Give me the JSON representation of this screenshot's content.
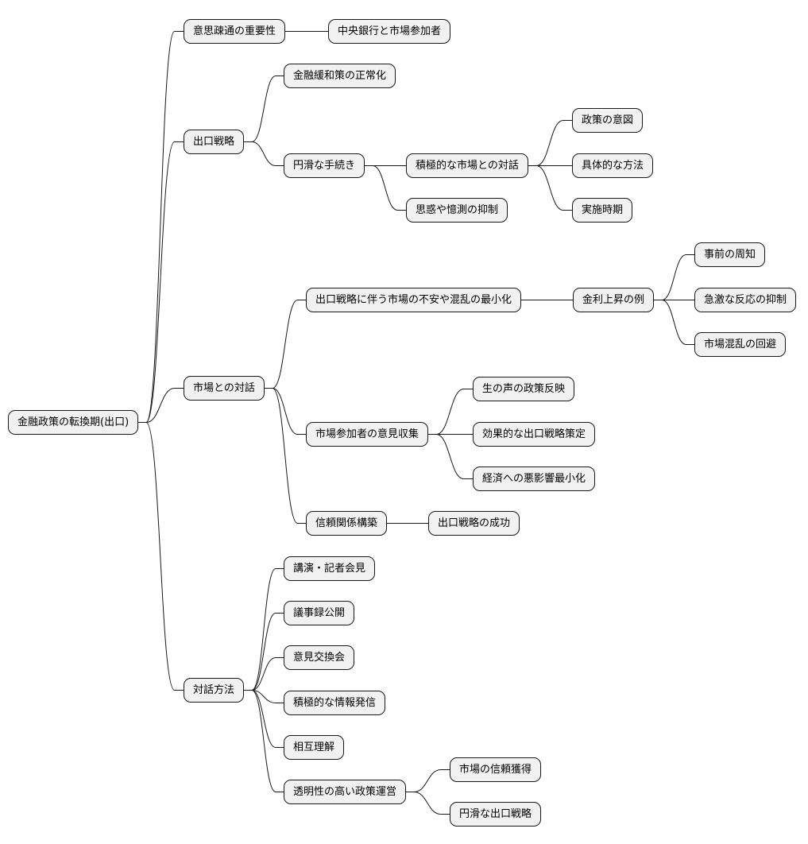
{
  "diagram": {
    "root": "金融政策の転換期(出口)",
    "branches": {
      "importance": {
        "label": "意思疎通の重要性",
        "children": {
          "central_bank_market": "中央銀行と市場参加者"
        }
      },
      "exit_strategy": {
        "label": "出口戦略",
        "normalization": "金融緩和策の正常化",
        "smooth_procedure": {
          "label": "円滑な手続き",
          "active_dialogue": {
            "label": "積極的な市場との対話",
            "policy_intent": "政策の意図",
            "concrete_method": "具体的な方法",
            "timing": "実施時期"
          },
          "suppress_speculation": "思惑や憶測の抑制"
        }
      },
      "market_dialogue": {
        "label": "市場との対話",
        "minimize_anxiety": {
          "label": "出口戦略に伴う市場の不安や混乱の最小化",
          "rate_hike_example": {
            "label": "金利上昇の例",
            "advance_notice": "事前の周知",
            "suppress_sharp_reaction": "急激な反応の抑制",
            "avoid_turmoil": "市場混乱の回避"
          }
        },
        "collect_opinions": {
          "label": "市場参加者の意見収集",
          "reflect_voices": "生の声の政策反映",
          "effective_strategy": "効果的な出口戦略策定",
          "minimize_impact": "経済への悪影響最小化"
        },
        "build_trust": {
          "label": "信頼関係構築",
          "success": "出口戦略の成功"
        }
      },
      "dialogue_methods": {
        "label": "対話方法",
        "speeches": "講演・記者会見",
        "minutes": "議事録公開",
        "exchange_meetings": "意見交換会",
        "active_info": "積極的な情報発信",
        "mutual_understanding": "相互理解",
        "transparent_policy": {
          "label": "透明性の高い政策運営",
          "market_trust": "市場の信頼獲得",
          "smooth_exit": "円滑な出口戦略"
        }
      }
    },
    "colors": {
      "node_fill": "#f1f1f1",
      "node_border": "#181818",
      "line": "#181818"
    }
  }
}
